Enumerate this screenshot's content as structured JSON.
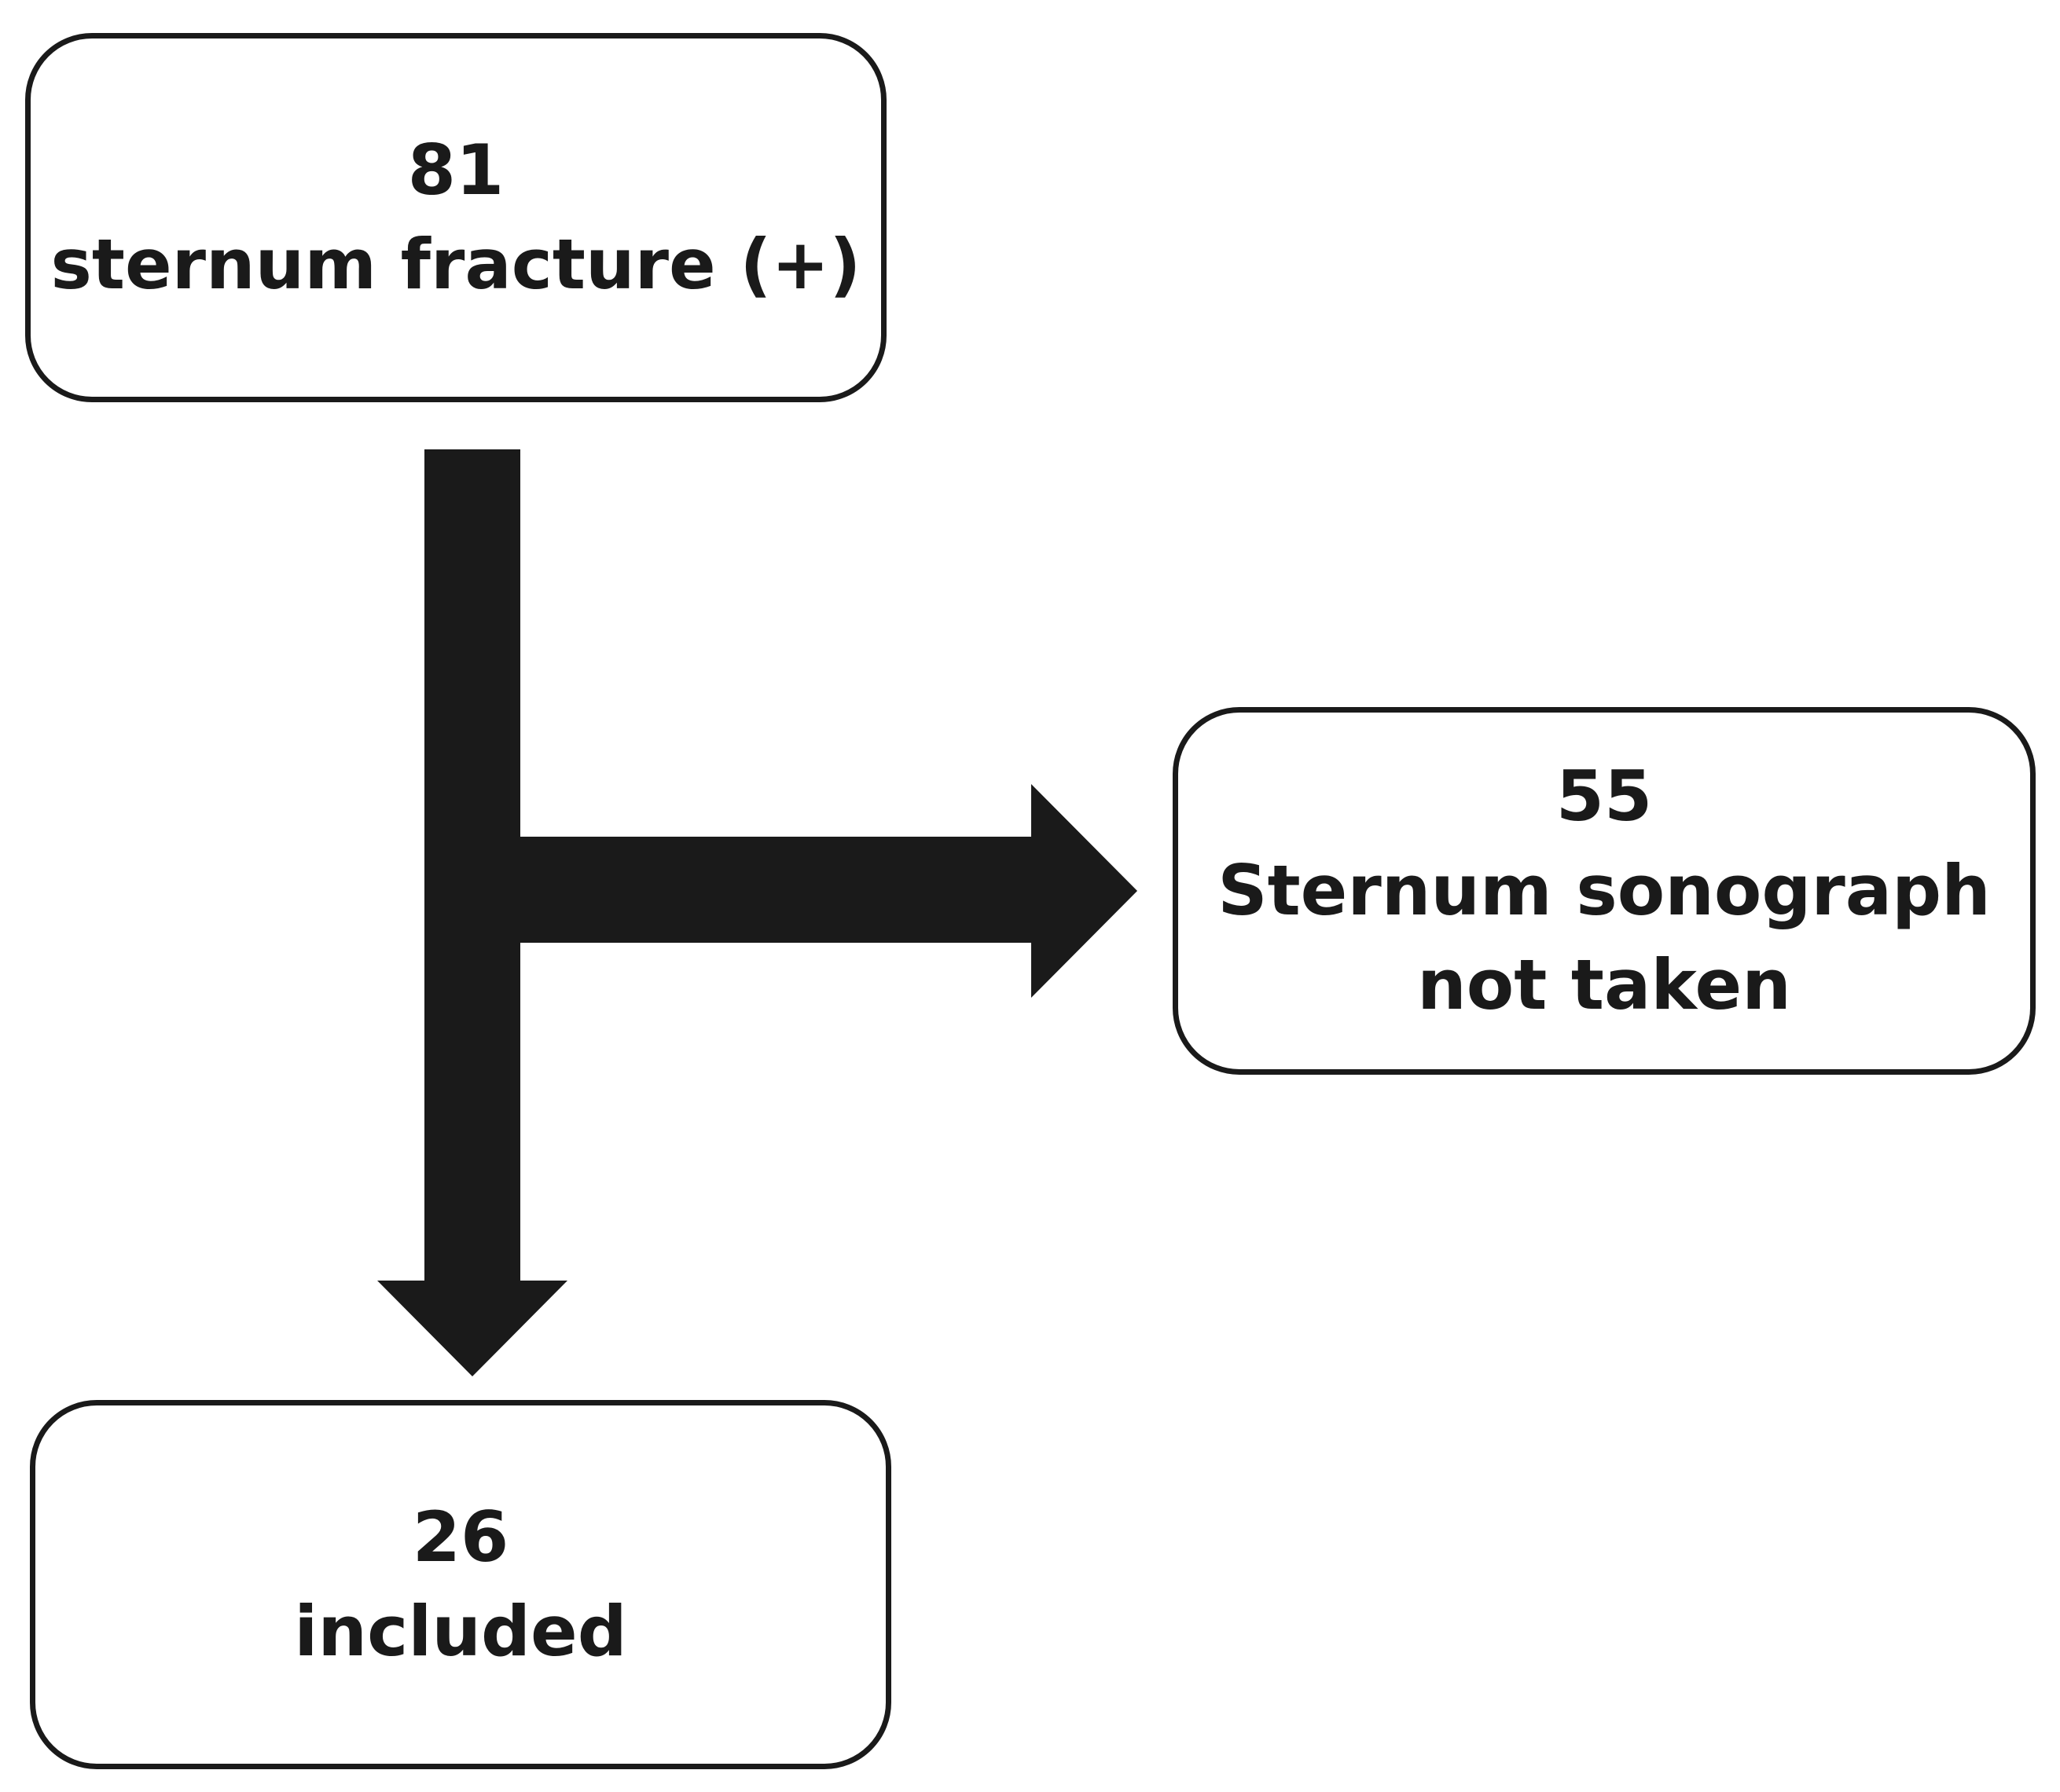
{
  "diagram": {
    "type": "flowchart",
    "nodes": [
      {
        "id": "total",
        "count": "81",
        "label": "sternum fracture (+)"
      },
      {
        "id": "excluded",
        "count": "55",
        "label_line1": "Sternum sonograph",
        "label_line2": "not taken"
      },
      {
        "id": "included",
        "count": "26",
        "label": "included"
      }
    ],
    "edges": [
      {
        "from": "total",
        "to": "excluded"
      },
      {
        "from": "total",
        "to": "included"
      }
    ],
    "colors": {
      "arrow": "#1a1a1a",
      "box_border": "#1a1a1a",
      "text": "#1a1a1a",
      "background": "#ffffff"
    }
  }
}
